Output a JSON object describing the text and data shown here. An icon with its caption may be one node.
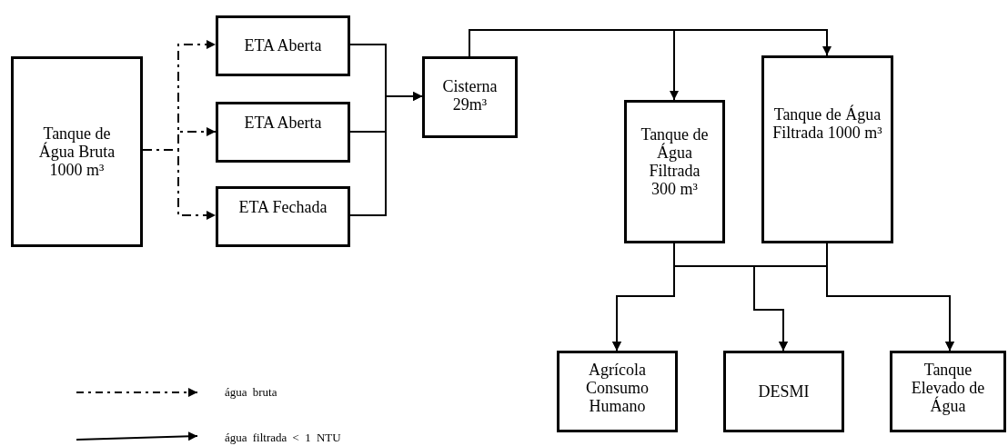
{
  "diagram": {
    "nodes": [
      {
        "text": [
          "Tanque de Água Bruta 1000 m³"
        ]
      },
      {
        "text": [
          "ETA Aberta"
        ]
      },
      {
        "text": [
          "ETA Aberta"
        ]
      },
      {
        "text": [
          "ETA Fechada"
        ]
      },
      {
        "text": [
          "Cisterna 29m³"
        ]
      },
      {
        "text": [
          "Tanque de Água Filtrada 300 m³"
        ]
      },
      {
        "text": [
          "Tanque de Água Filtrada 1000 m³"
        ]
      },
      {
        "text": [
          "Agrícola Consumo Humano"
        ]
      },
      {
        "text": [
          "DESMI"
        ]
      },
      {
        "text": [
          "Tanque Elevado de Água"
        ]
      }
    ],
    "edges": [
      {
        "from": 0,
        "to": 1,
        "arrow": "to",
        "style": "dashed"
      },
      {
        "from": 0,
        "to": 2,
        "arrow": "to",
        "style": "dashed"
      },
      {
        "from": 0,
        "to": 3,
        "arrow": "to",
        "style": "dashed"
      },
      {
        "from": 1,
        "to": 4,
        "arrow": "to"
      },
      {
        "from": 2,
        "to": 4,
        "arrow": "to"
      },
      {
        "from": 3,
        "to": 4,
        "arrow": "to"
      },
      {
        "from": 4,
        "to": 5,
        "arrow": "to"
      },
      {
        "from": 4,
        "to": 6,
        "arrow": "to"
      },
      {
        "from": 5,
        "to": 7,
        "arrow": "to"
      },
      {
        "from": 6,
        "to": 7,
        "arrow": "to"
      },
      {
        "from": 5,
        "to": 8,
        "arrow": "to"
      },
      {
        "from": 6,
        "to": 8,
        "arrow": "to"
      },
      {
        "from": 5,
        "to": 9,
        "arrow": "to"
      },
      {
        "from": 6,
        "to": 9,
        "arrow": "to"
      }
    ],
    "legend": [
      {
        "text": "água bruta"
      },
      {
        "text": "água filtrada < 1 NTU"
      }
    ]
  }
}
